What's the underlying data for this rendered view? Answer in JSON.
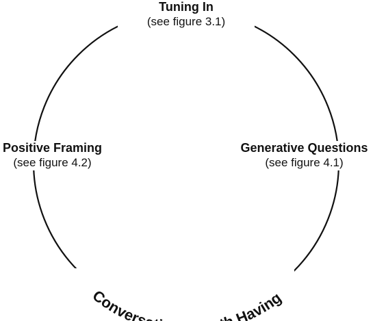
{
  "nodes": {
    "top": {
      "title": "Tuning In",
      "ref": "(see figure 3.1)"
    },
    "left": {
      "title": "Positive Framing",
      "ref": "(see figure 4.2)"
    },
    "right": {
      "title": "Generative Questions",
      "ref": "(see figure 4.1)"
    }
  },
  "caption": "Conversations Worth Having",
  "colors": {
    "stroke": "#111111",
    "background": "#ffffff"
  }
}
